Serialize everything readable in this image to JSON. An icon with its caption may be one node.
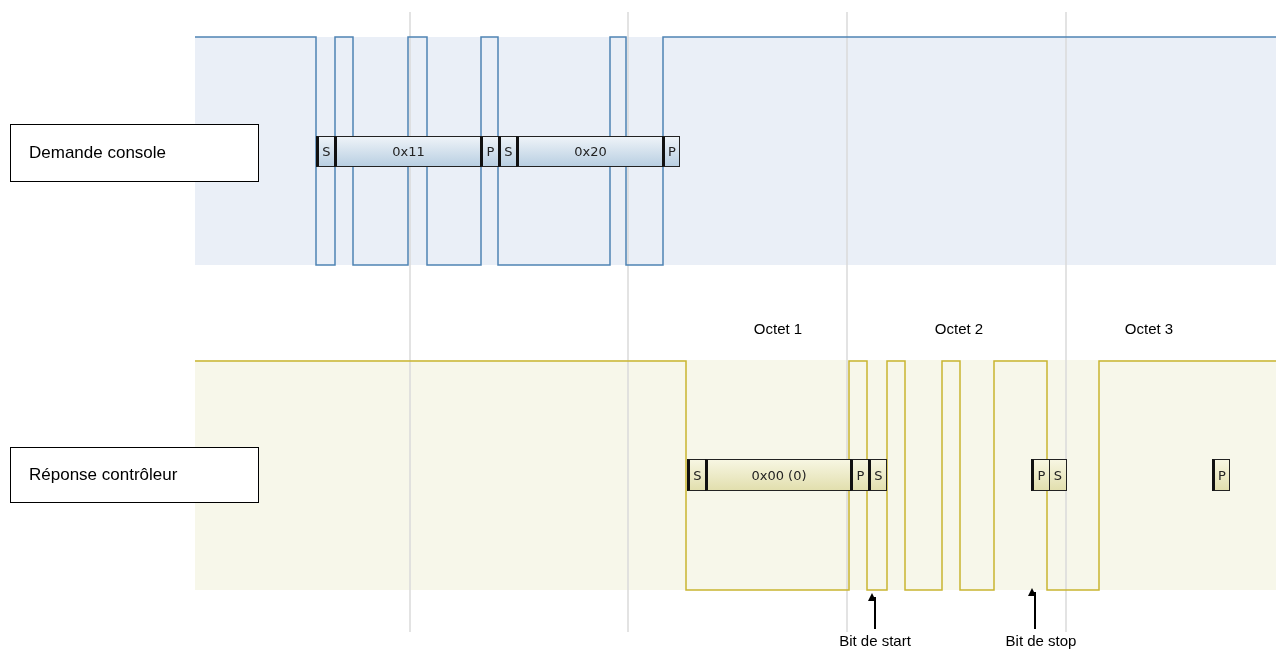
{
  "diagram": {
    "nodes": [
      {
        "text": [
          "Demande console"
        ]
      },
      {
        "text": [
          "S"
        ]
      },
      {
        "text": [
          "0x11"
        ]
      },
      {
        "text": [
          "P"
        ]
      },
      {
        "text": [
          "S"
        ]
      },
      {
        "text": [
          "0x20"
        ]
      },
      {
        "text": [
          "P"
        ]
      },
      {
        "text": [
          "Réponse contrôleur"
        ]
      },
      {
        "text": [
          "S"
        ]
      },
      {
        "text": [
          "0x00 (0)"
        ]
      },
      {
        "text": [
          "P"
        ]
      },
      {
        "text": [
          "S"
        ]
      },
      {
        "text": [
          "P"
        ]
      },
      {
        "text": [
          "S"
        ]
      },
      {
        "text": [
          "P"
        ]
      },
      {
        "text": [
          "Bit de start"
        ]
      },
      {
        "text": [
          "Bit de stop"
        ]
      }
    ],
    "edges": [
      {
        "from": 15,
        "to": null,
        "arrow": "to"
      },
      {
        "from": 16,
        "to": null,
        "arrow": "to"
      }
    ],
    "labels": [
      "Octet 1",
      "Octet 2",
      "Octet 3"
    ]
  }
}
